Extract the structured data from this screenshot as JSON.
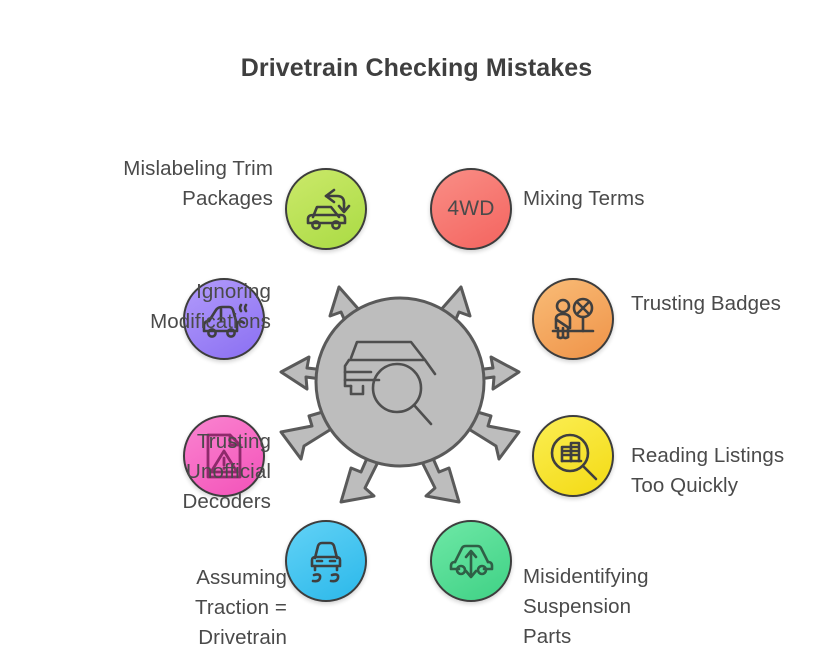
{
  "page": {
    "title": "Drivetrain Checking Mistakes",
    "background_color": "#ffffff",
    "text_color": "#4a4a4a"
  },
  "hub": {
    "name": "central-hub",
    "icon": "car-magnifier-icon",
    "fill_color": "#bdbdbd",
    "stroke_color": "#5a5a5a",
    "arrow_count": 8
  },
  "nodes": [
    {
      "id": "mislabeling-trim-packages",
      "label": "Mislabeling Trim\nPackages",
      "icon": "car-swap-arrows-icon",
      "color": "#bce355",
      "position": "top-left"
    },
    {
      "id": "mixing-terms",
      "label": "Mixing Terms",
      "icon": "4wd-text-icon",
      "icon_text": "4WD",
      "color": "#f4716e",
      "position": "top-right"
    },
    {
      "id": "ignoring-modifications",
      "label": "Ignoring\nModifications",
      "icon": "car-exhaust-icon",
      "color": "#9d7ff5",
      "position": "upper-left"
    },
    {
      "id": "trusting-badges",
      "label": "Trusting Badges",
      "icon": "person-badge-crossed-icon",
      "color": "#f5a95e",
      "position": "upper-right"
    },
    {
      "id": "trusting-unofficial-decoders",
      "label": "Trusting\nUnofficial\nDecoders",
      "icon": "document-warning-icon",
      "color": "#f768c4",
      "position": "lower-left"
    },
    {
      "id": "reading-listings-too-quickly",
      "label": "Reading Listings\nToo Quickly",
      "icon": "magnifier-listing-icon",
      "color": "#f7e32e",
      "position": "lower-right"
    },
    {
      "id": "assuming-traction-equals-drivetrain",
      "label": "Assuming\nTraction =\nDrivetrain",
      "icon": "car-skid-marks-icon",
      "color": "#45c4f0",
      "position": "bottom-left"
    },
    {
      "id": "misidentifying-suspension-parts",
      "label": "Misidentifying\nSuspension\nParts",
      "icon": "car-suspension-arrows-icon",
      "color": "#56dd95",
      "position": "bottom-right"
    }
  ]
}
